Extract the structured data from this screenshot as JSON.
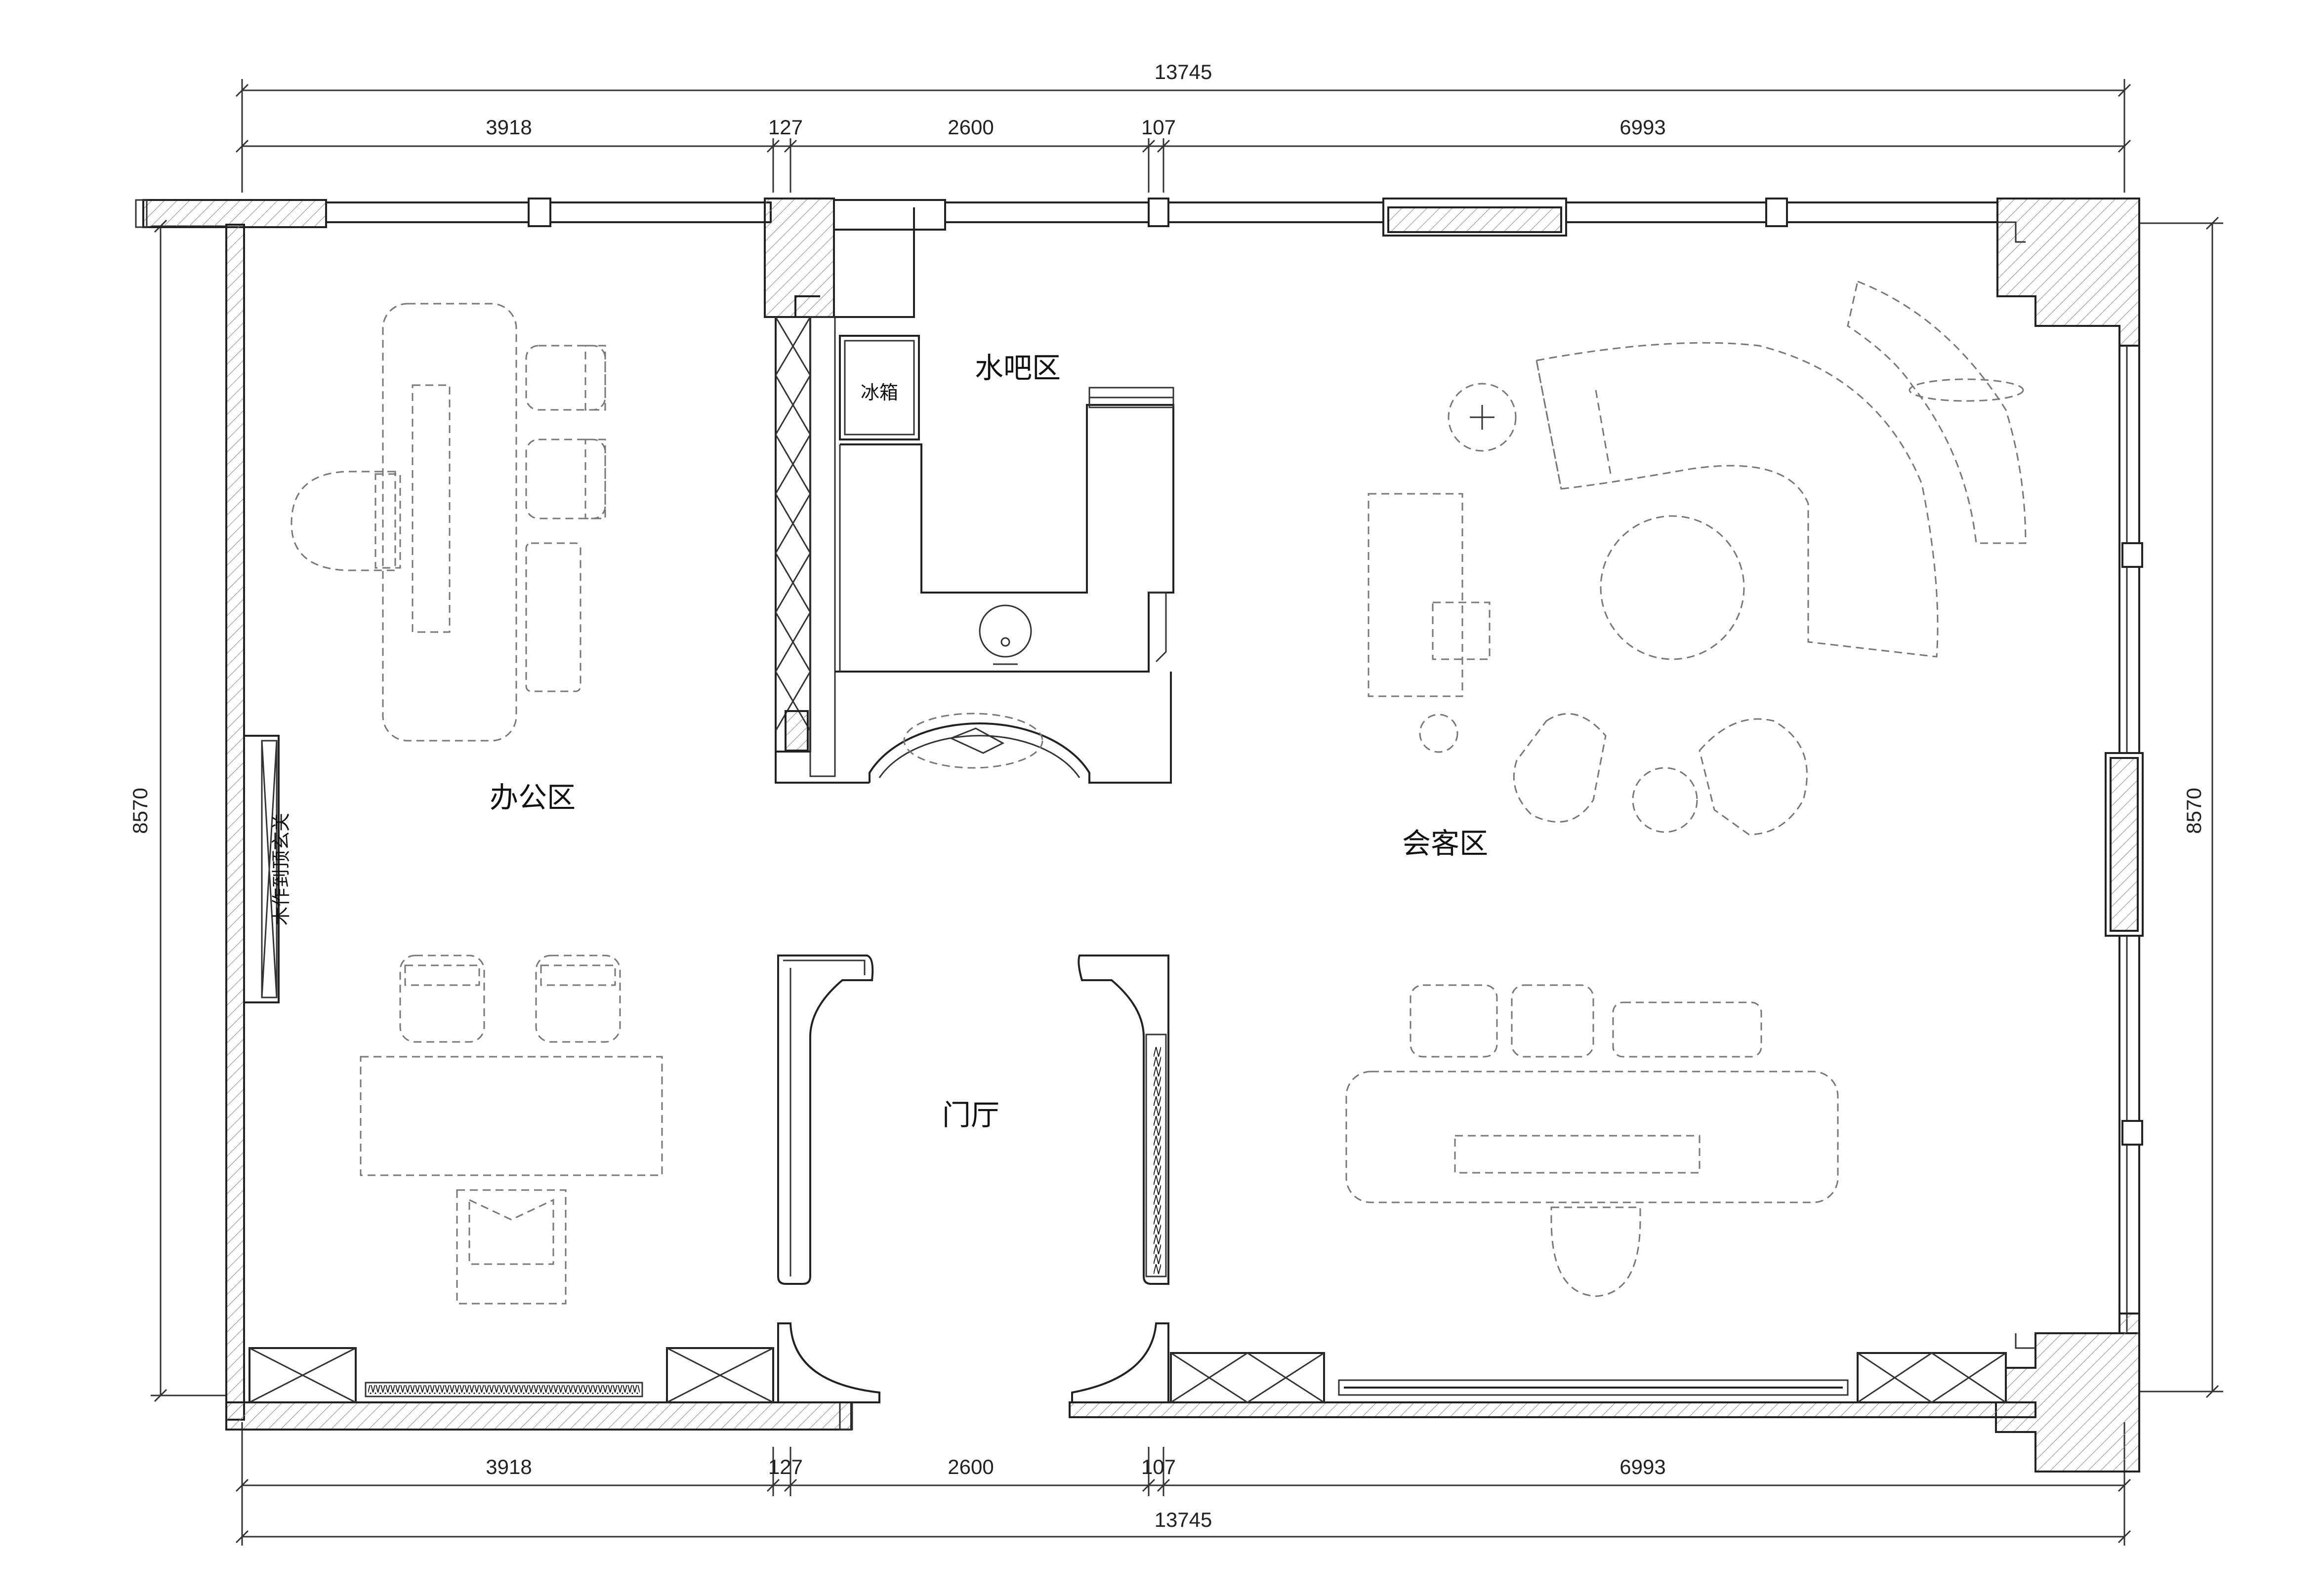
{
  "dimensions": {
    "top_total": "13745",
    "top_segments": [
      "3918",
      "127",
      "2600",
      "107",
      "6993"
    ],
    "bottom_total": "13745",
    "bottom_segments": [
      "3918",
      "127",
      "2600",
      "107",
      "6993"
    ],
    "left_height": "8570",
    "right_height": "8570"
  },
  "rooms": {
    "water_bar": "水吧区",
    "office": "办公区",
    "reception": "会客区",
    "lobby": "门厅"
  },
  "labels": {
    "fridge": "冰箱",
    "entrance_cabinet": "木作到顶玄关"
  },
  "colors": {
    "line": "#222222",
    "furniture_dashed": "#777777",
    "background": "#ffffff"
  }
}
